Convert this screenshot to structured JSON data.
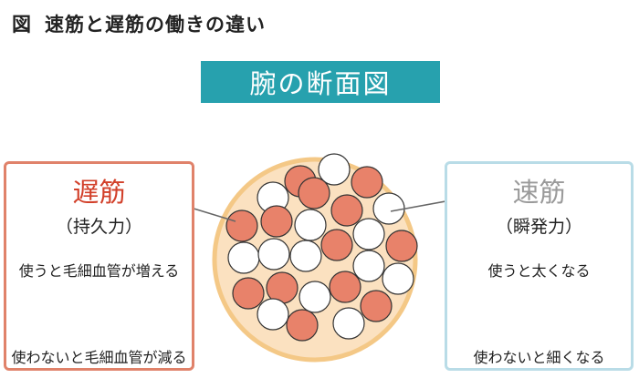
{
  "title": {
    "fig": "図",
    "text": "速筋と遅筋の働きの違い"
  },
  "banner": "腕の断面図",
  "slow": {
    "name": "遅筋",
    "sub": "（持久力）",
    "top_caption": "使うと毛細血管が増える",
    "bottom_caption": "使わないと毛細血管が減る"
  },
  "fast": {
    "name": "速筋",
    "sub": "（瞬発力）",
    "top_caption": "使うと太くなる",
    "bottom_caption": "使わないと細くなる"
  },
  "colors": {
    "slow_fiber": "#e8826a",
    "fast_fiber": "#ffffff",
    "cross_section_fill": "#fbe1c0",
    "cross_section_edge": "#f4c886",
    "banner": "#27a1ae",
    "slow_border": "#e0826a",
    "fast_border": "#b9dce7",
    "slow_text": "#d2402a",
    "fast_text": "#9a9a9a",
    "arrow": "#b3b3b3",
    "capillary": "#a83a2a"
  }
}
